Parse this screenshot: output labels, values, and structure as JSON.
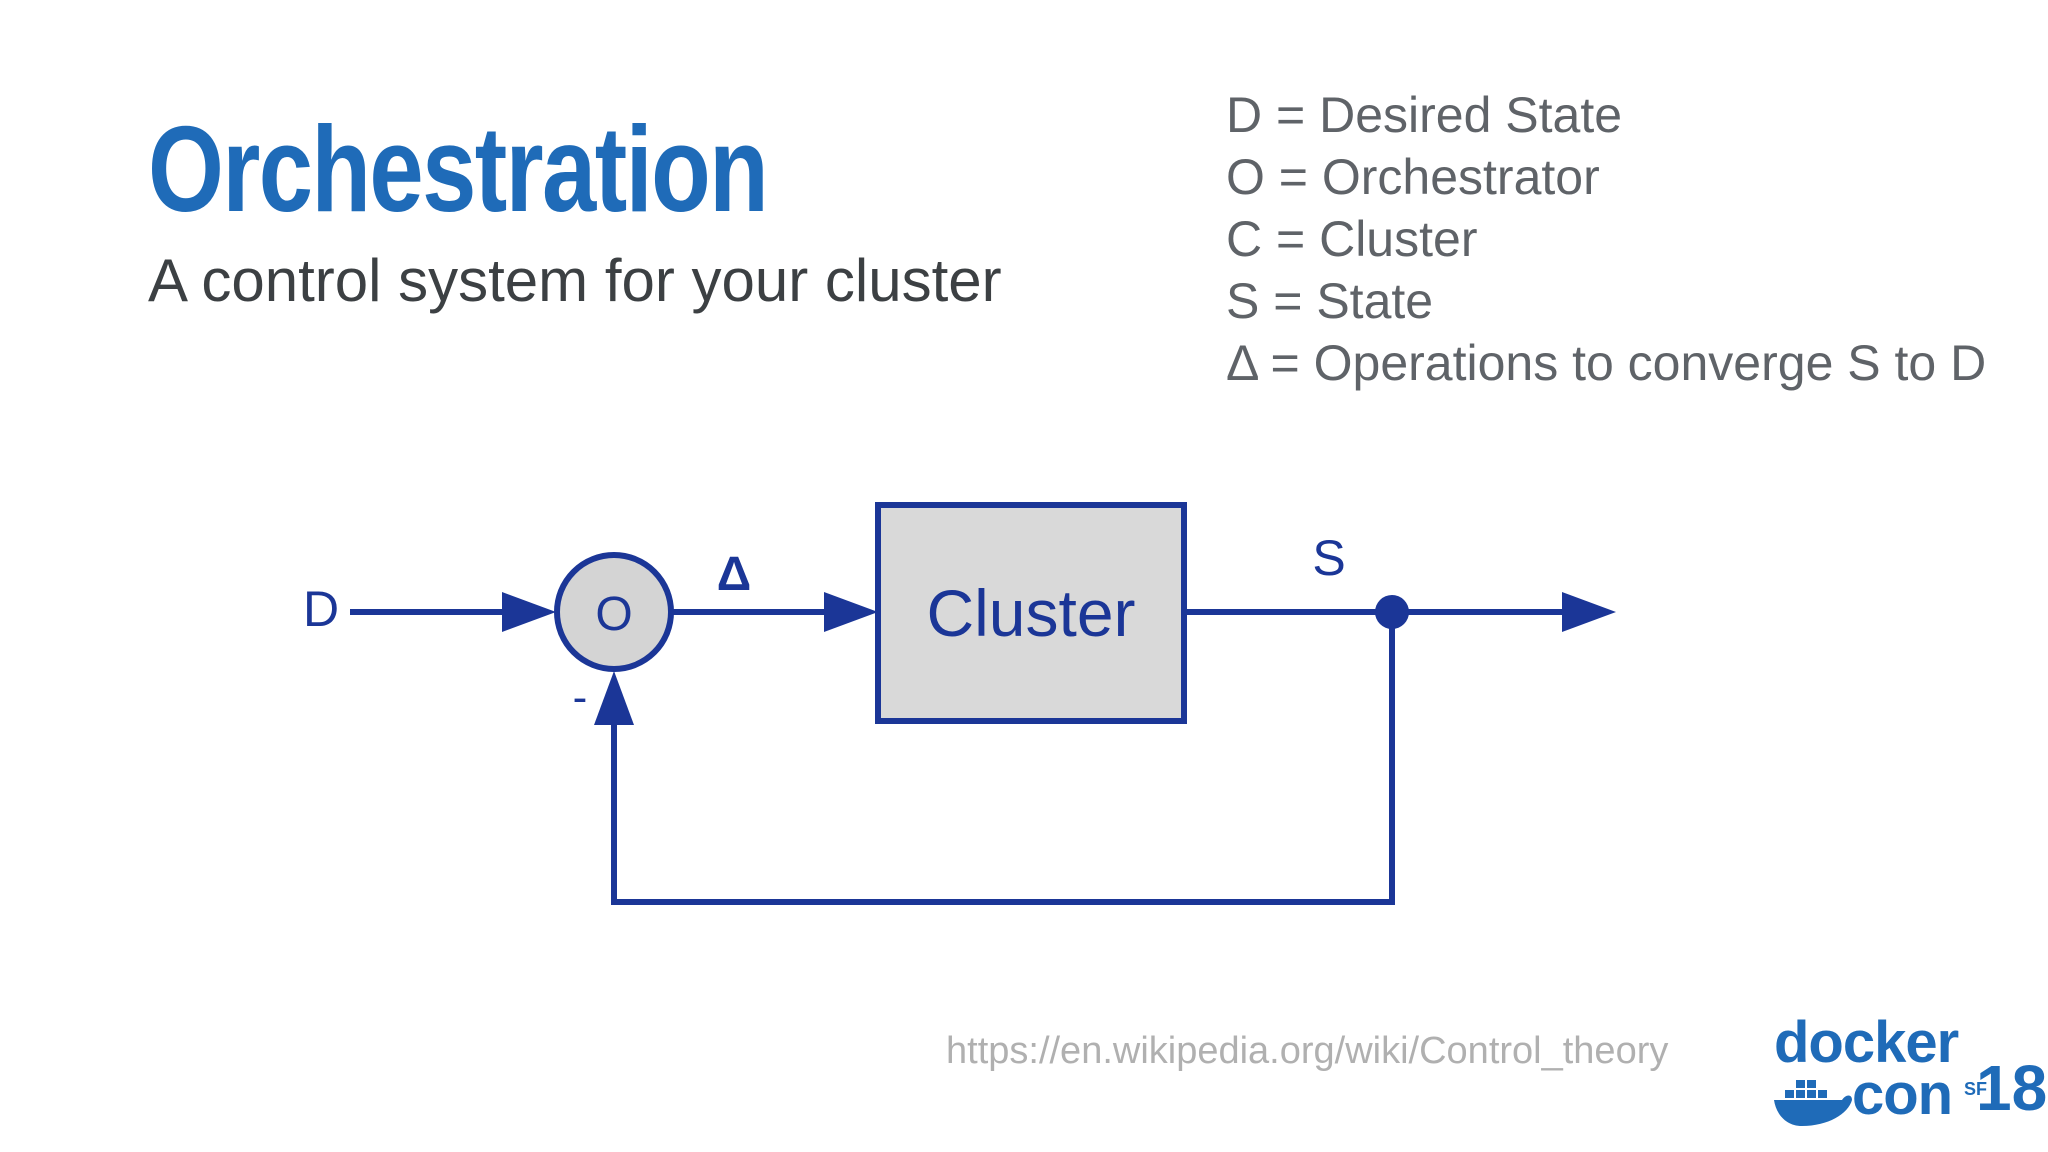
{
  "slide": {
    "title": "Orchestration",
    "subtitle": "A control system for your cluster",
    "legend": [
      "D = Desired State",
      "O = Orchestrator",
      "C = Cluster",
      "S = State",
      "Δ = Operations to converge S to D"
    ],
    "diagram": {
      "input_label": "D",
      "orchestrator_label": "O",
      "delta_label": "Δ",
      "cluster_label": "Cluster",
      "state_label": "S",
      "feedback_sign": "-"
    },
    "source_url": "https://en.wikipedia.org/wiki/Control_theory",
    "logo": {
      "line1": "docker",
      "line2": "con",
      "badge": "SF",
      "year": "18"
    }
  },
  "colors": {
    "title_blue": "#1F6BB8",
    "text_dark": "#3C4043",
    "legend_gray": "#5F6368",
    "diagram_navy": "#1B3697",
    "cluster_fill": "#D9D9D9",
    "orchestrator_fill": "#D4D4D4",
    "url_gray": "#B0B0B0",
    "logo_blue": "#1F6BB8"
  }
}
